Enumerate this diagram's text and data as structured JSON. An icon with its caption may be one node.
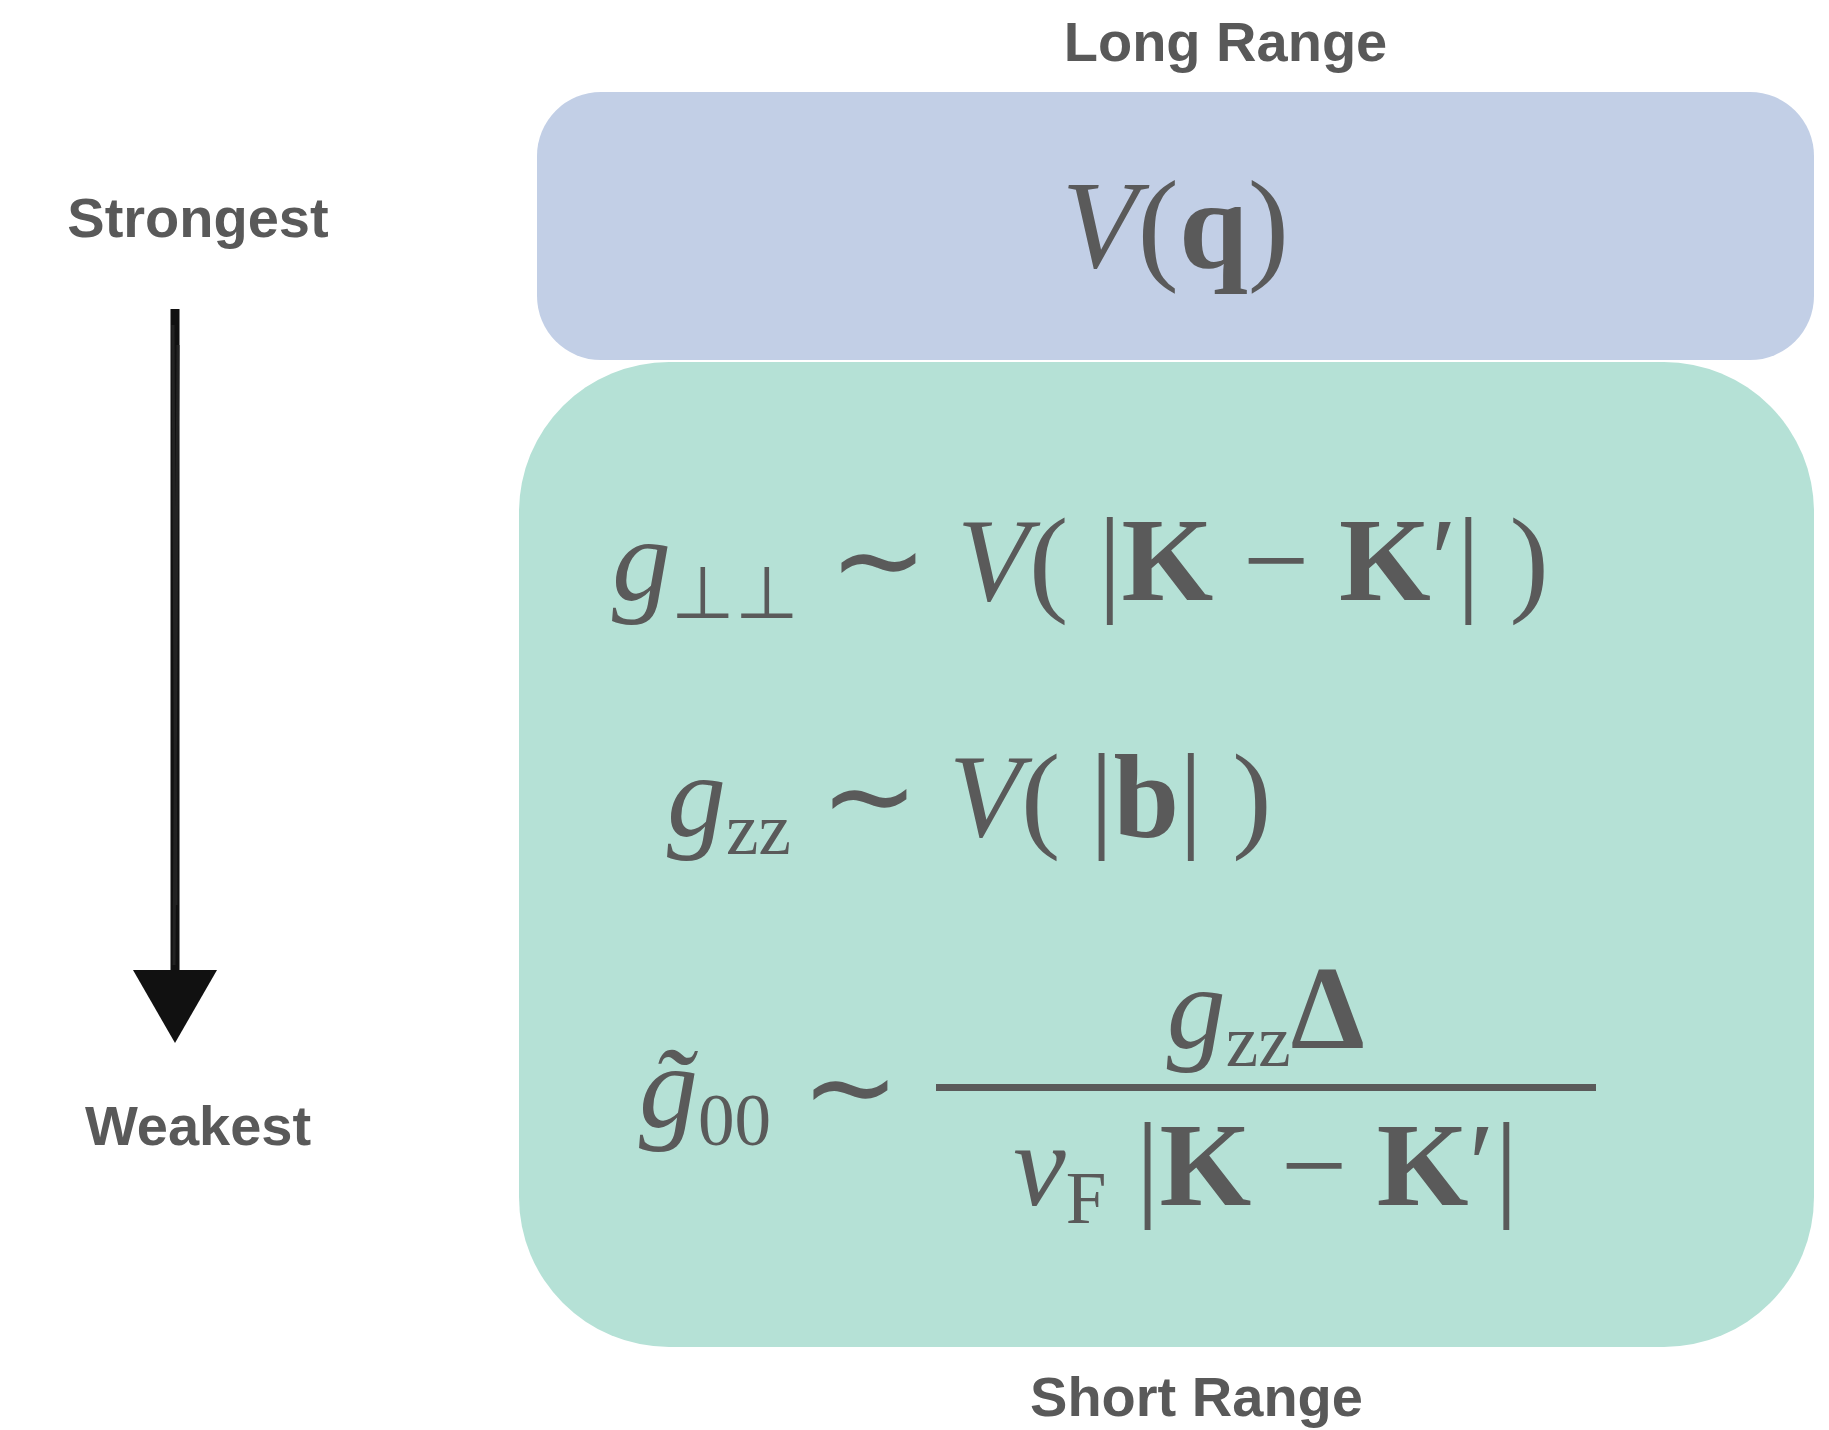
{
  "diagram": {
    "nodes": [
      {
        "text": [
          "Long Range",
          "*V*(**q**)"
        ]
      },
      {
        "text": [
          "*g*$_{⊥⊥}$ ∼ *V*( |**K** − **K**′| )",
          "*g*$_{zz}$ ∼ *V*( |**b**| )",
          "*g̃*$_{00}$ ∼",
          "*g*$_{zz}$**Δ**",
          "*v*$_{F}$ |**K** − **K**′|",
          "Short Range"
        ]
      }
    ],
    "labels": [
      "Strongest",
      "Weakest"
    ]
  }
}
